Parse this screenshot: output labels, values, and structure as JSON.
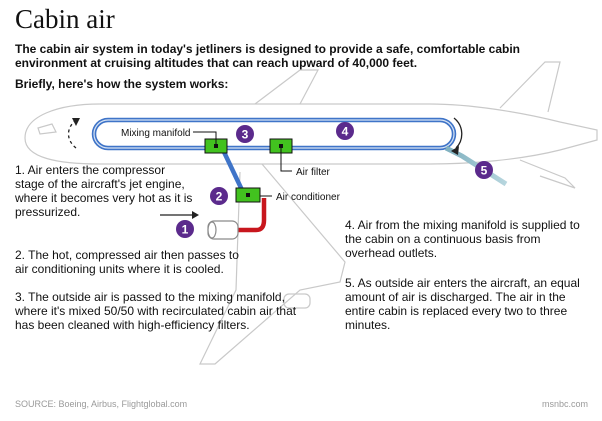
{
  "title": "Cabin air",
  "intro": "The cabin air system in today's jetliners is designed to provide a safe, comfortable cabin environment at cruising altitudes that can reach upward of 40,000 feet.",
  "briefly": "Briefly, here's how the system works:",
  "labels": {
    "mixing_manifold": "Mixing manifold",
    "air_filter": "Air filter",
    "air_conditioner": "Air conditioner"
  },
  "markers": [
    "1",
    "2",
    "3",
    "4",
    "5"
  ],
  "steps": [
    "1. Air enters the compressor stage of the aircraft's jet engine, where it becomes very hot as it is pressurized.",
    "2. The hot, compressed air then passes to air conditioning units where it is cooled.",
    "3. The outside air is passed to the mixing manifold, where it's mixed 50/50 with recirculated cabin air that has been cleaned with high-efficiency filters.",
    "4. Air from the mixing manifold is supplied to the cabin on a continuous basis from overhead outlets.",
    "5. As outside air enters the aircraft, an equal amount of air is discharged. The air in the entire cabin is replaced every two to three minutes."
  ],
  "source": "SOURCE: Boeing, Airbus, Flightglobal.com",
  "credit": "msnbc.com",
  "colors": {
    "marker_purple": "#5b2a8c",
    "duct_blue": "#3f74c8",
    "hot_red": "#c8161d",
    "unit_green": "#42c21f",
    "plane_outline": "#c9c9c9"
  }
}
